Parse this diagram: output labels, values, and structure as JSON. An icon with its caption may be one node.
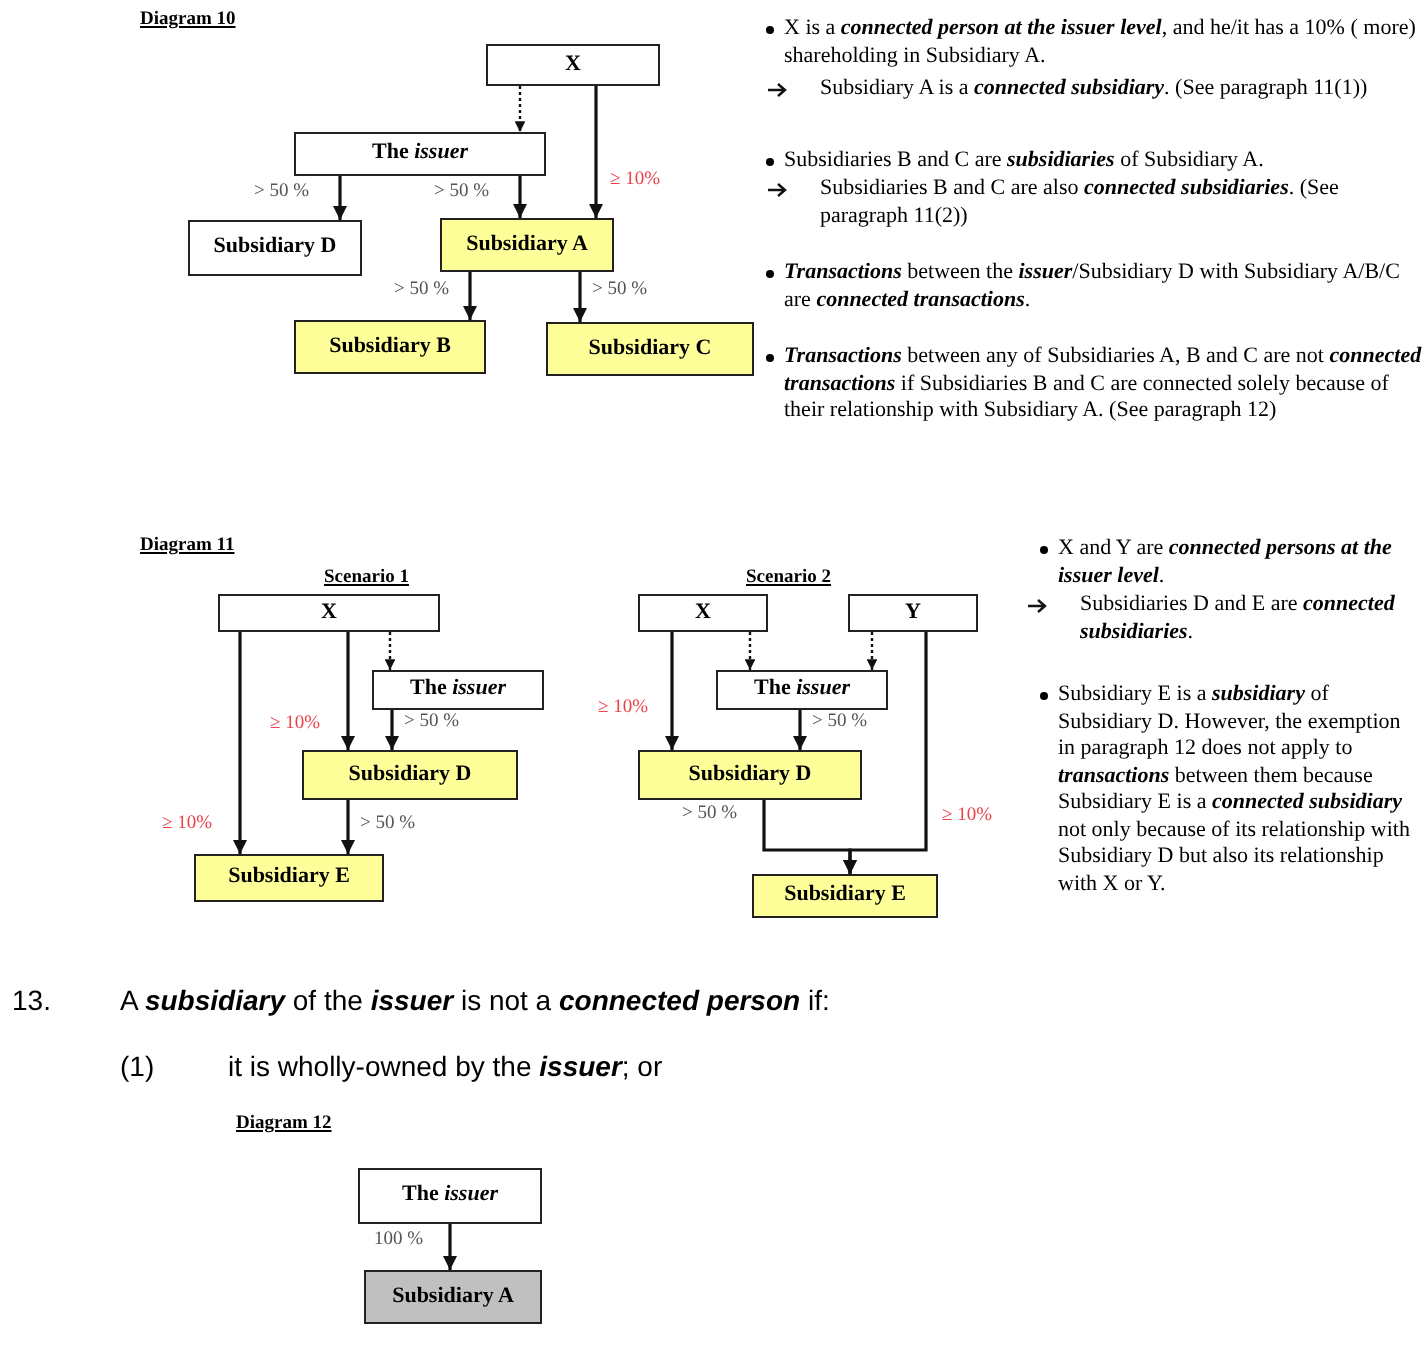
{
  "diagram": {
    "nodes": [
      {
        "text": [
          "X"
        ]
      },
      {
        "text": [
          "The *issuer*"
        ]
      },
      {
        "text": [
          "Subsidiary D"
        ]
      },
      {
        "text": [
          "Subsidiary A"
        ]
      },
      {
        "text": [
          "Subsidiary B"
        ]
      },
      {
        "text": [
          "Subsidiary C"
        ]
      },
      {
        "text": [
          "X"
        ]
      },
      {
        "text": [
          "The *issuer*"
        ]
      },
      {
        "text": [
          "Subsidiary D"
        ]
      },
      {
        "text": [
          "Subsidiary E"
        ]
      },
      {
        "text": [
          "X"
        ]
      },
      {
        "text": [
          "Y"
        ]
      },
      {
        "text": [
          "The *issuer*"
        ]
      },
      {
        "text": [
          "Subsidiary D"
        ]
      },
      {
        "text": [
          "Subsidiary E"
        ]
      },
      {
        "text": [
          "The *issuer*"
        ]
      },
      {
        "text": [
          "Subsidiary A"
        ]
      }
    ],
    "edges": [
      {
        "from": 0,
        "to": 1,
        "arrow": "to",
        "style": "dashed"
      },
      {
        "from": 0,
        "to": 3,
        "arrow": "to",
        "label": "≥ 10%"
      },
      {
        "from": 1,
        "to": 2,
        "arrow": "to",
        "label": "> 50 %"
      },
      {
        "from": 1,
        "to": 3,
        "arrow": "to",
        "label": "> 50 %"
      },
      {
        "from": 3,
        "to": 4,
        "arrow": "to",
        "label": "> 50 %"
      },
      {
        "from": 3,
        "to": 5,
        "arrow": "to",
        "label": "> 50 %"
      },
      {
        "from": 6,
        "to": 7,
        "arrow": "to",
        "style": "dashed"
      },
      {
        "from": 6,
        "to": 8,
        "arrow": "to",
        "label": "≥ 10%"
      },
      {
        "from": 7,
        "to": 8,
        "arrow": "to",
        "label": "> 50 %"
      },
      {
        "from": 6,
        "to": 9,
        "arrow": "to",
        "label": "≥ 10%"
      },
      {
        "from": 8,
        "to": 9,
        "arrow": "to",
        "label": "> 50 %"
      },
      {
        "from": 10,
        "to": 12,
        "arrow": "to",
        "style": "dashed"
      },
      {
        "from": 11,
        "to": 12,
        "arrow": "to",
        "style": "dashed"
      },
      {
        "from": 10,
        "to": 13,
        "arrow": "to",
        "label": "≥ 10%"
      },
      {
        "from": 12,
        "to": 13,
        "arrow": "to",
        "label": "> 50 %"
      },
      {
        "from": 13,
        "to": 14,
        "arrow": "to",
        "label": "> 50 %"
      },
      {
        "from": 11,
        "to": 14,
        "arrow": "to",
        "label": "≥ 10%"
      },
      {
        "from": 15,
        "to": 16,
        "arrow": "to",
        "label": "100 %"
      }
    ],
    "labels": [
      "Diagram 10",
      "X is a **connected person at the issuer level**, and he/it has a 10% ( more) shareholding in Subsidiary A.",
      "Subsidiary A is a **connected subsidiary**.  (See paragraph 11(1))",
      "Subsidiaries B and C are **subsidiaries** of Subsidiary A.",
      "Subsidiaries B and C are also **connected subsidiaries**.  (See paragraph 11(2))",
      "**Transactions** between the **issuer**/Subsidiary D with Subsidiary A/B/C are **connected transactions**.",
      "**Transactions** between any of Subsidiaries A, B and C are not **connected transactions** if Subsidiaries B and C are connected solely because of their relationship with Subsidiary A.  (See paragraph 12)",
      "Diagram 11",
      "Scenario 1",
      "Scenario 2",
      "X and Y are **connected persons at the issuer level**.",
      "Subsidiaries D and E are **connected subsidiaries**.",
      "Subsidiary E is a **subsidiary** of Subsidiary D.  However, the exemption in paragraph 12 does not apply to **transactions** between them because Subsidiary E is a **connected subsidiary** not only because of its relationship with Subsidiary D but also its relationship with X or Y.",
      "13.",
      "A **subsidiary** of the **issuer** is not a **connected person** if:",
      "(1)",
      "it is wholly-owned by the **issuer**; or",
      "Diagram 12"
    ]
  }
}
